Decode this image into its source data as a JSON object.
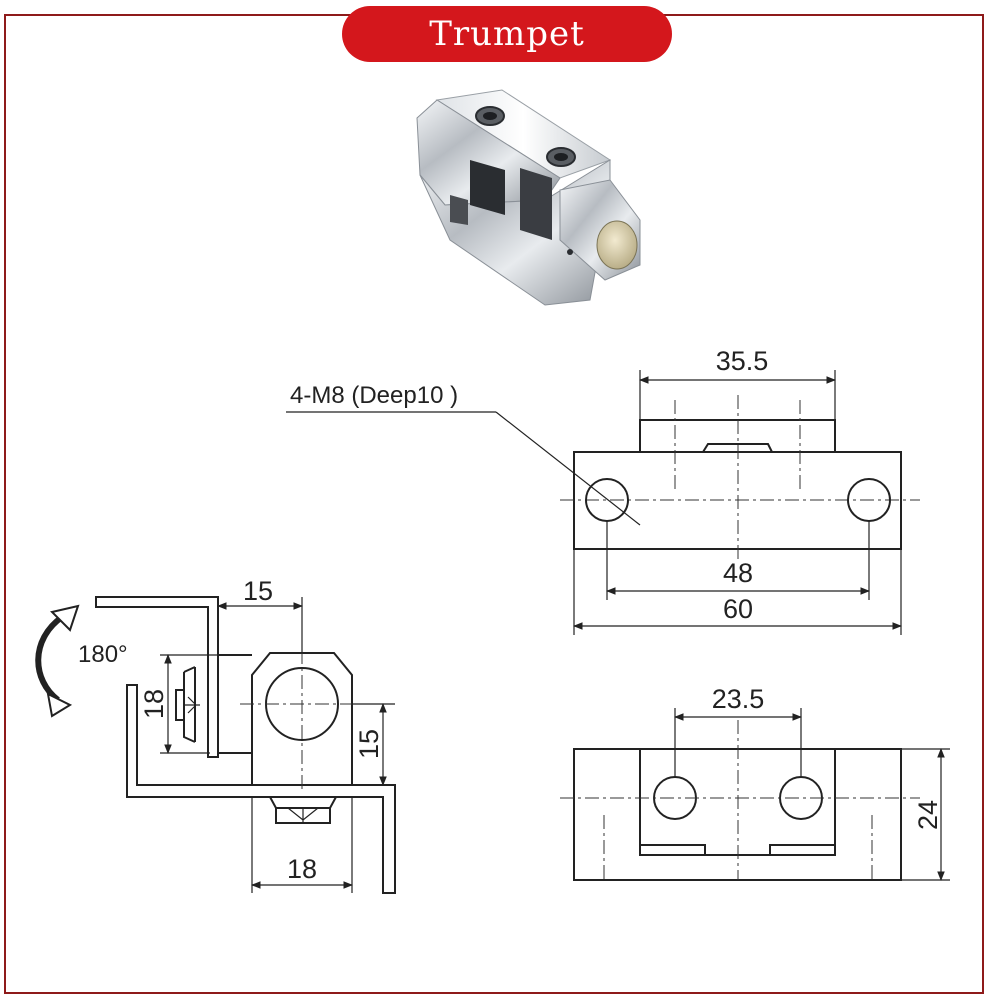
{
  "banner": {
    "title": "Trumpet"
  },
  "colors": {
    "banner": "#d4171c",
    "frame": "#8e1a1a",
    "line": "#222222"
  },
  "photo": {
    "subject": "chrome hinge photo"
  },
  "top_view": {
    "note": "4-M8 (Deep10 )",
    "dim_top": "35.5",
    "dim_middle": "48",
    "dim_bottom": "60"
  },
  "side_view": {
    "rotation": "180°",
    "dim_top": "15",
    "dim_left": "18",
    "dim_right": "15",
    "dim_bottom": "18"
  },
  "bottom_view": {
    "dim_top": "23.5",
    "dim_right": "24"
  }
}
